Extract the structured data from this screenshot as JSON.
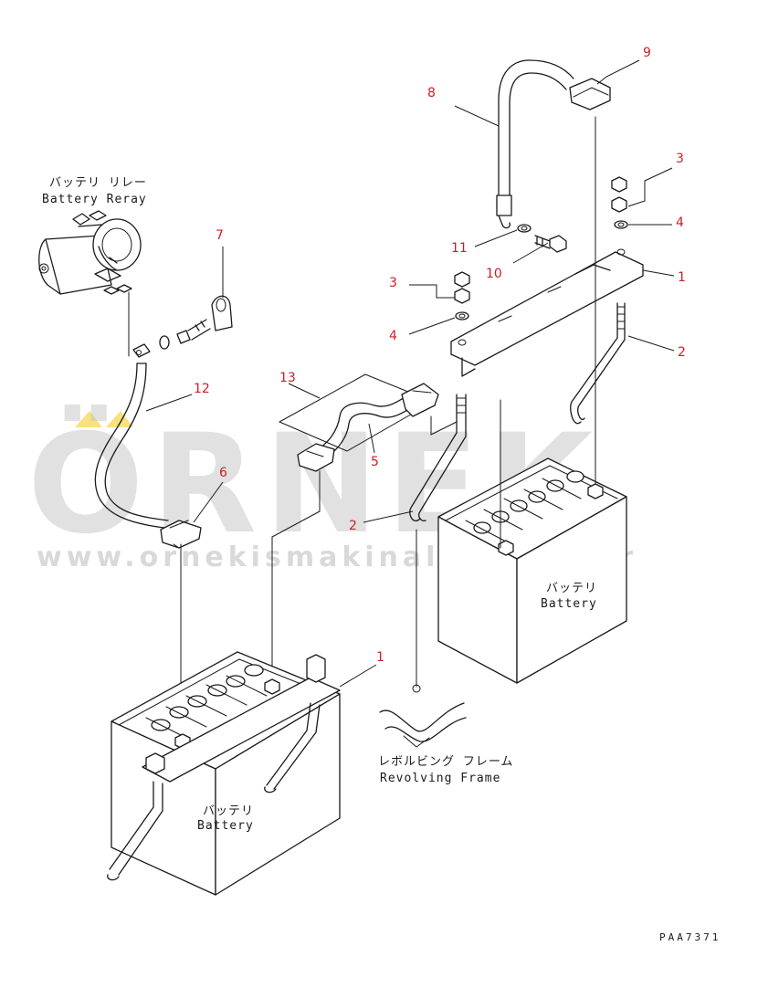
{
  "labels": {
    "battery_relay_jp": "バッテリ リレー",
    "battery_relay_en": "Battery Reray",
    "battery_jp": "バッテリ",
    "battery_en": "Battery",
    "revolving_frame_jp": "レボルビング フレーム",
    "revolving_frame_en": "Revolving Frame",
    "drawing_code": "PAA7371"
  },
  "callouts": {
    "c1": "1",
    "c2": "2",
    "c3": "3",
    "c4": "4",
    "c5": "5",
    "c6": "6",
    "c7": "7",
    "c8": "8",
    "c9": "9",
    "c10": "10",
    "c11": "11",
    "c12": "12",
    "c13": "13"
  },
  "watermark": {
    "brand": "ÖRNEK",
    "url": "www.ornekismakinalari.com.tr"
  },
  "colors": {
    "callout": "#c8202a",
    "line": "#1a1a1a",
    "watermark": "#c9c9c9",
    "accent": "#f2c300"
  }
}
